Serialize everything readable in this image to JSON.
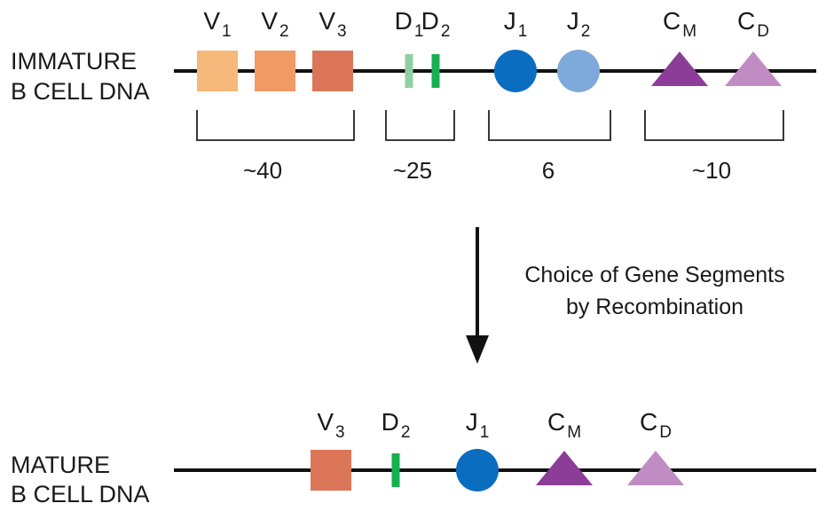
{
  "immature": {
    "label_line1": "IMMATURE",
    "label_line2": "B CELL DNA",
    "segments": [
      {
        "letter": "V",
        "sub": "1",
        "shape": "square",
        "color": "#f6b87b"
      },
      {
        "letter": "V",
        "sub": "2",
        "shape": "square",
        "color": "#f29a63"
      },
      {
        "letter": "V",
        "sub": "3",
        "shape": "square",
        "color": "#dc7658"
      },
      {
        "letter": "D",
        "sub": "1",
        "shape": "bar",
        "color": "#8fd0a3"
      },
      {
        "letter": "D",
        "sub": "2",
        "shape": "bar",
        "color": "#17b04f"
      },
      {
        "letter": "J",
        "sub": "1",
        "shape": "circle",
        "color": "#0b6dbf"
      },
      {
        "letter": "J",
        "sub": "2",
        "shape": "circle",
        "color": "#7ea9db"
      },
      {
        "letter": "C",
        "sub": "M",
        "shape": "triangle",
        "color": "#8c3d97"
      },
      {
        "letter": "C",
        "sub": "D",
        "shape": "triangle",
        "color": "#c18cc4"
      }
    ],
    "groups": [
      {
        "count": "~40"
      },
      {
        "count": "~25"
      },
      {
        "count": "6"
      },
      {
        "count": "~10"
      }
    ]
  },
  "process": {
    "caption_line1": "Choice of Gene Segments",
    "caption_line2": "by Recombination"
  },
  "mature": {
    "label_line1": "MATURE",
    "label_line2": "B CELL DNA",
    "segments": [
      {
        "letter": "V",
        "sub": "3",
        "shape": "square",
        "color": "#dc7658"
      },
      {
        "letter": "D",
        "sub": "2",
        "shape": "bar",
        "color": "#17b04f"
      },
      {
        "letter": "J",
        "sub": "1",
        "shape": "circle",
        "color": "#0b6dbf"
      },
      {
        "letter": "C",
        "sub": "M",
        "shape": "triangle",
        "color": "#8c3d97"
      },
      {
        "letter": "C",
        "sub": "D",
        "shape": "triangle",
        "color": "#c18cc4"
      }
    ]
  }
}
